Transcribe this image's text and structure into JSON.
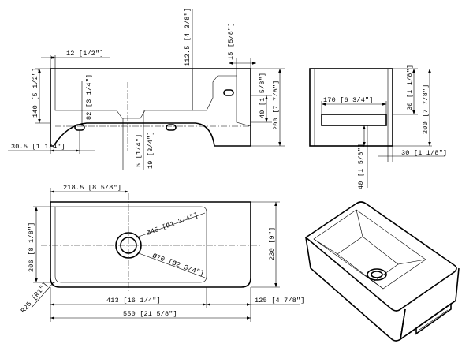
{
  "front_view": {
    "overall_height": "140 [5 1/2\"]",
    "rim_width": "12 [1/2\"]",
    "bowl_depth": "112.5 [4 3/8\"]",
    "ledge_width": "15 [5/8\"]",
    "drain_depth": "82 [3 1/4\"]",
    "hole_height": "40 [1 5/8\"]",
    "total_height": "200 [7 7/8\"]",
    "hole_offset": "30.5 [1 1/4\"]",
    "drain_height": "5 [1/4\"]",
    "drain_width": "19 [3/4\"]"
  },
  "side_view": {
    "slot_width": "170 [6 3/4\"]",
    "top_height": "30 [1 1/8\"]",
    "total_height": "200 [7 7/8\"]",
    "slot_height": "40 [1 5/8\"]",
    "slot_offset": "30 [1 1/8\"]"
  },
  "plan_view": {
    "bowl_width": "218.5 [8 5/8\"]",
    "outer_depth": "230 [9\"]",
    "inner_depth": "206 [8 1/8\"]",
    "drain_diameter": "Ø45 [Ø1 3/4\"]",
    "outer_diameter": "Ø70 [Ø2 3/4\"]",
    "corner_radius": "R25 [R1\"]",
    "bowl_length": "413 [16 1/4\"]",
    "deck_length": "125 [4 7/8\"]",
    "overall_length": "550 [21 5/8\"]"
  }
}
